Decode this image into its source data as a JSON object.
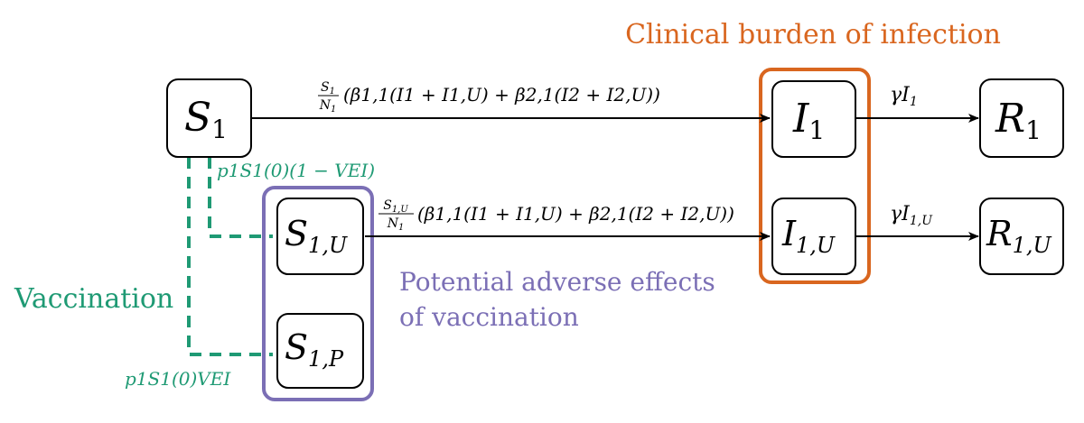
{
  "nodes": {
    "S1": {
      "main": "S",
      "sub": "1"
    },
    "S1U": {
      "main": "S",
      "sub": "1,U"
    },
    "S1P": {
      "main": "S",
      "sub": "1,P"
    },
    "I1": {
      "main": "I",
      "sub": "1"
    },
    "I1U": {
      "main": "I",
      "sub": "1,U"
    },
    "R1": {
      "main": "R",
      "sub": "1"
    },
    "R1U": {
      "main": "R",
      "sub": "1,U"
    }
  },
  "groups": {
    "clinical": {
      "label": "Clinical burden of infection",
      "color": "#d9661f"
    },
    "adverse": {
      "label_line1": "Potential adverse effects",
      "label_line2": "of vaccination",
      "color": "#7b6fb5"
    },
    "vaccination": {
      "label": "Vaccination",
      "color": "#1f9a74"
    }
  },
  "edges": {
    "s1_to_i1": {
      "frac_num": "S",
      "frac_num_sub": "1",
      "frac_den": "N",
      "frac_den_sub": "1",
      "rate": "(β1,1(I1 + I1,U) + β2,1(I2 + I2,U))"
    },
    "s1u_to_i1u": {
      "frac_num": "S",
      "frac_num_sub": "1,U",
      "frac_den": "N",
      "frac_den_sub": "1",
      "rate": "(β1,1(I1 + I1,U) + β2,1(I2 + I2,U))"
    },
    "i1_to_r1": {
      "label": "γI",
      "label_sub": "1"
    },
    "i1u_to_r1u": {
      "label": "γI",
      "label_sub": "1,U"
    },
    "vacc_upper": {
      "label": "p1S1(0)(1 − VEI)"
    },
    "vacc_lower": {
      "label": "p1S1(0)VEI"
    }
  }
}
